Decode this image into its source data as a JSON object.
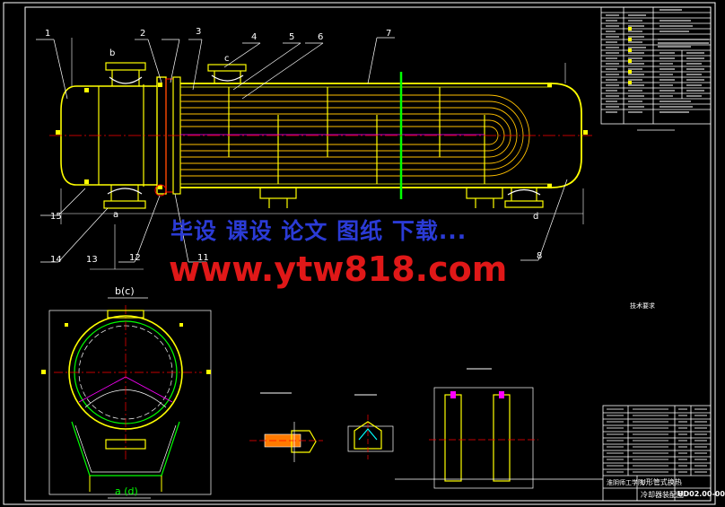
{
  "drawing": {
    "part_numbers": [
      "1",
      "2",
      "3",
      "4",
      "5",
      "6",
      "7",
      "8",
      "11",
      "12",
      "13",
      "14",
      "15"
    ],
    "nozzle_labels": {
      "b": "b",
      "c": "c",
      "a": "a",
      "d": "d"
    },
    "section_labels": {
      "top": "b(c)",
      "bottom": "a (d)"
    },
    "tech_requirements_title": "技术要求",
    "title_block": {
      "school": "淮阴师工学院",
      "drawing_title_line1": "U形管式换热",
      "drawing_title_line2": "冷却器装配图",
      "drawing_number": "UD02.00-00"
    }
  },
  "watermark": {
    "chinese": "毕设 课设 论文 图纸 下载...",
    "url": "www.ytw818.com"
  },
  "colors": {
    "background": "#000000",
    "frame": "#ffffff",
    "shell": "#ffff00",
    "tubes": "#ffc000",
    "centerline": "#ff0000",
    "leader": "#ffffff",
    "green": "#00ff00",
    "magenta": "#ff00ff",
    "cyan": "#00ffff",
    "watermark_blue": "#2b3bd6",
    "watermark_red": "#e01818"
  }
}
